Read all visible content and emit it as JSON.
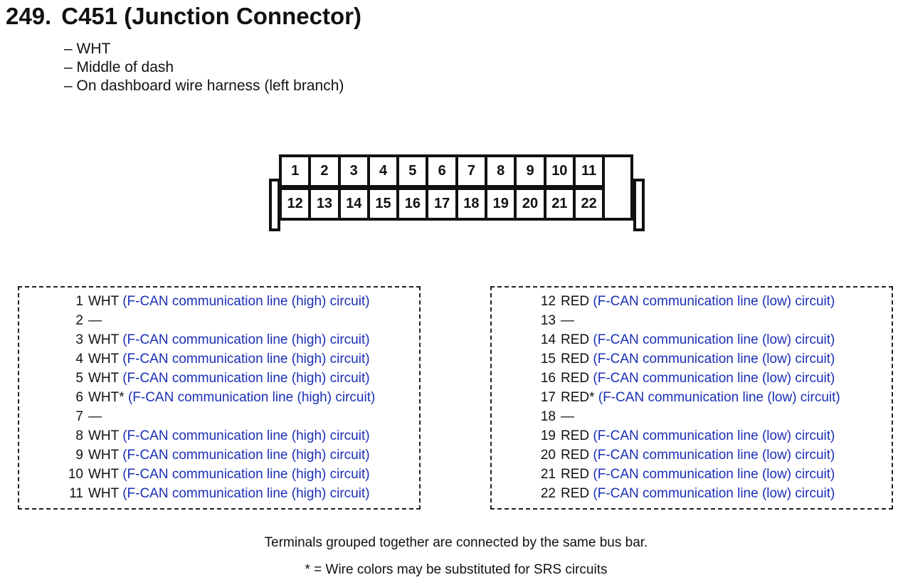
{
  "header": {
    "number": "249.",
    "title": "C451 (Junction Connector)"
  },
  "info": [
    "– WHT",
    "– Middle of dash",
    "– On dashboard wire harness (left branch)"
  ],
  "connector": {
    "top_pins": [
      "1",
      "2",
      "3",
      "4",
      "5",
      "6",
      "7",
      "8",
      "9",
      "10",
      "11"
    ],
    "bottom_pins": [
      "12",
      "13",
      "14",
      "15",
      "16",
      "17",
      "18",
      "19",
      "20",
      "21",
      "22"
    ]
  },
  "left_group": [
    {
      "pin": "1",
      "wire": "WHT",
      "circuit": "(F-CAN communication line (high) circuit)"
    },
    {
      "pin": "2",
      "wire": "—",
      "circuit": ""
    },
    {
      "pin": "3",
      "wire": "WHT",
      "circuit": "(F-CAN communication line (high) circuit)"
    },
    {
      "pin": "4",
      "wire": "WHT",
      "circuit": "(F-CAN communication line (high) circuit)"
    },
    {
      "pin": "5",
      "wire": "WHT",
      "circuit": "(F-CAN communication line (high) circuit)"
    },
    {
      "pin": "6",
      "wire": "WHT*",
      "circuit": "(F-CAN communication line (high) circuit)"
    },
    {
      "pin": "7",
      "wire": "—",
      "circuit": ""
    },
    {
      "pin": "8",
      "wire": "WHT",
      "circuit": "(F-CAN communication line (high) circuit)"
    },
    {
      "pin": "9",
      "wire": "WHT",
      "circuit": "(F-CAN communication line (high) circuit)"
    },
    {
      "pin": "10",
      "wire": "WHT",
      "circuit": "(F-CAN communication line (high) circuit)"
    },
    {
      "pin": "11",
      "wire": "WHT",
      "circuit": "(F-CAN communication line (high) circuit)"
    }
  ],
  "right_group": [
    {
      "pin": "12",
      "wire": "RED",
      "circuit": "(F-CAN communication line (low) circuit)"
    },
    {
      "pin": "13",
      "wire": "—",
      "circuit": ""
    },
    {
      "pin": "14",
      "wire": "RED",
      "circuit": "(F-CAN communication line (low) circuit)"
    },
    {
      "pin": "15",
      "wire": "RED",
      "circuit": "(F-CAN communication line (low) circuit)"
    },
    {
      "pin": "16",
      "wire": "RED",
      "circuit": "(F-CAN communication line (low) circuit)"
    },
    {
      "pin": "17",
      "wire": "RED*",
      "circuit": "(F-CAN communication line (low) circuit)"
    },
    {
      "pin": "18",
      "wire": "—",
      "circuit": ""
    },
    {
      "pin": "19",
      "wire": "RED",
      "circuit": "(F-CAN communication line (low) circuit)"
    },
    {
      "pin": "20",
      "wire": "RED",
      "circuit": "(F-CAN communication line (low) circuit)"
    },
    {
      "pin": "21",
      "wire": "RED",
      "circuit": "(F-CAN communication line (low) circuit)"
    },
    {
      "pin": "22",
      "wire": "RED",
      "circuit": "(F-CAN communication line (low) circuit)"
    }
  ],
  "notes": {
    "bus_bar": "Terminals grouped together are connected by the same bus bar.",
    "substitution": "* = Wire colors may be substituted for SRS circuits"
  },
  "colors": {
    "circuit_text": "#1a2fb5",
    "lines": "#111111"
  }
}
